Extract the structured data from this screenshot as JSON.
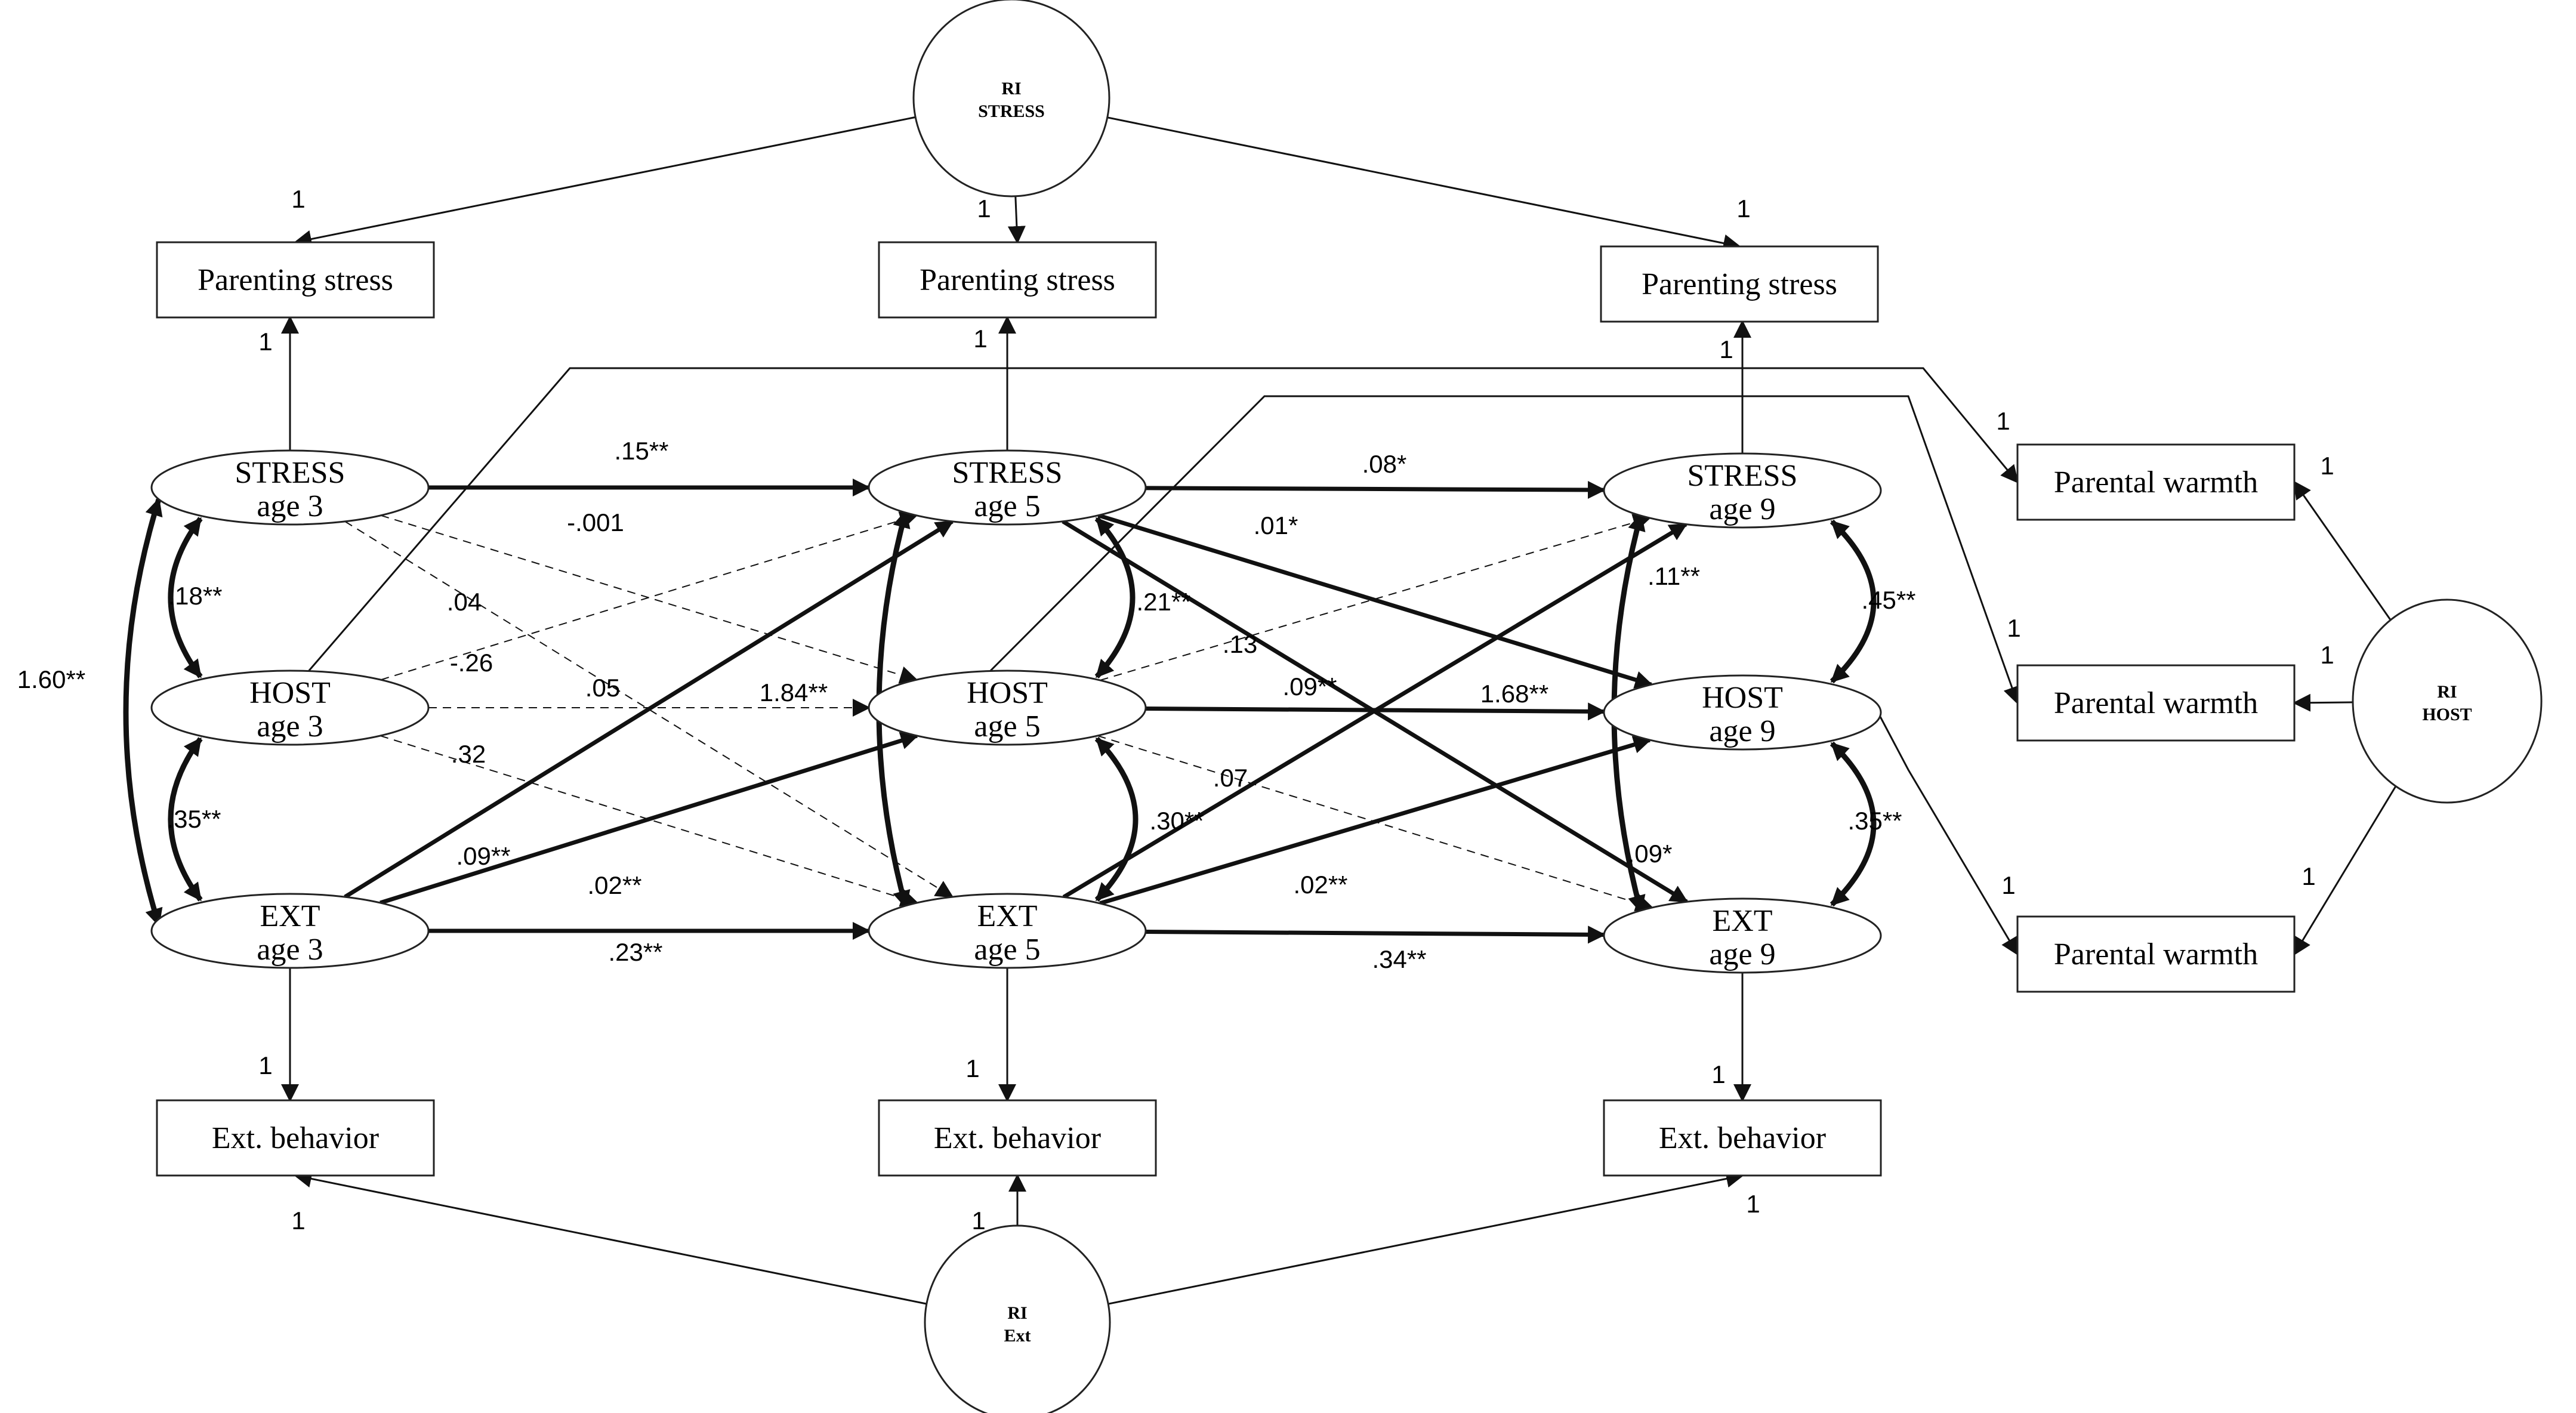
{
  "random_intercepts": {
    "stress": {
      "line1": "RI",
      "line2": "STRESS"
    },
    "host": {
      "line1": "RI",
      "line2": "HOST"
    },
    "ext": {
      "line1": "RI",
      "line2": "Ext"
    }
  },
  "indicators": {
    "parenting_stress": "Parenting stress",
    "parental_warmth": "Parental warmth",
    "ext_behavior": "Ext. behavior"
  },
  "latents": {
    "stress3": {
      "l1": "STRESS",
      "l2": "age 3"
    },
    "host3": {
      "l1": "HOST",
      "l2": "age 3"
    },
    "ext3": {
      "l1": "EXT",
      "l2": "age 3"
    },
    "stress5": {
      "l1": "STRESS",
      "l2": "age 5"
    },
    "host5": {
      "l1": "HOST",
      "l2": "age 5"
    },
    "ext5": {
      "l1": "EXT",
      "l2": "age 5"
    },
    "stress9": {
      "l1": "STRESS",
      "l2": "age 9"
    },
    "host9": {
      "l1": "HOST",
      "l2": "age 9"
    },
    "ext9": {
      "l1": "EXT",
      "l2": "age 9"
    }
  },
  "loadings": {
    "fixed": "1"
  },
  "coefficients": {
    "stress3_stress5": ".15**",
    "stress3_host5": "-.001",
    "stress3_ext5": ".04",
    "host3_stress5": "-.26",
    "host3_host5": ".05",
    "host3_ext5": ".32",
    "ext3_stress5": ".09**",
    "ext3_host5": ".02**",
    "ext3_ext5": ".23**",
    "stress5_stress9": ".08*",
    "stress5_host9": ".01*",
    "stress5_ext9": ".11**",
    "host5_stress9": ".13",
    "host5_host9": ".09**",
    "host5_ext9": ".07",
    "ext5_stress9": "1.68**",
    "ext5_host9": ".02**",
    "ext5_ext9": ".34**",
    "cov_stress3_host3": ".18**",
    "cov_host3_ext3": ".35**",
    "cov_stress3_ext3": "1.60**",
    "cov_stress5_host5": ".21**",
    "cov_host5_ext5": ".30**",
    "cov_stress5_ext5": "1.84**",
    "cov_stress9_host9": ".45**",
    "cov_host9_ext9": ".35**",
    "cov_stress9_ext9": ".09*"
  }
}
